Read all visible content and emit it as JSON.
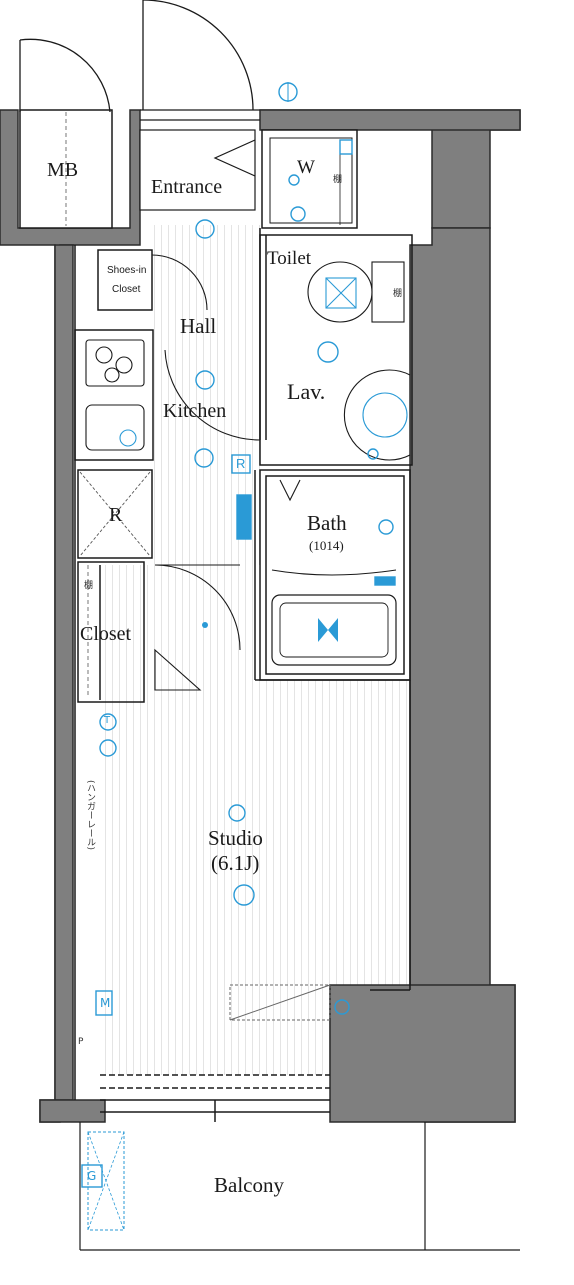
{
  "rooms": {
    "mb": "MB",
    "entrance": "Entrance",
    "shoes_in_closet_line1": "Shoes-in",
    "shoes_in_closet_line2": "Closet",
    "hall": "Hall",
    "kitchen": "Kitchen",
    "toilet": "Toilet",
    "lav": "Lav.",
    "washer": "W",
    "refrigerator": "R",
    "refrigerator_alt": "R",
    "bath": "Bath",
    "bath_size": "(1014)",
    "closet": "Closet",
    "studio": "Studio",
    "studio_size": "(6.1J)",
    "balcony": "Balcony"
  },
  "annotations": {
    "hanger_rail": "(ハンガーレール)",
    "shelf": "棚",
    "shelf_closet": "棚",
    "shelf_washer": "棚",
    "meter_m": "M",
    "gas_g": "G",
    "phone_t": "T",
    "p_mark": "P"
  },
  "colors": {
    "wall": "#7f7f7f",
    "line": "#1a1a1a",
    "fixture": "#2a9ad6"
  }
}
